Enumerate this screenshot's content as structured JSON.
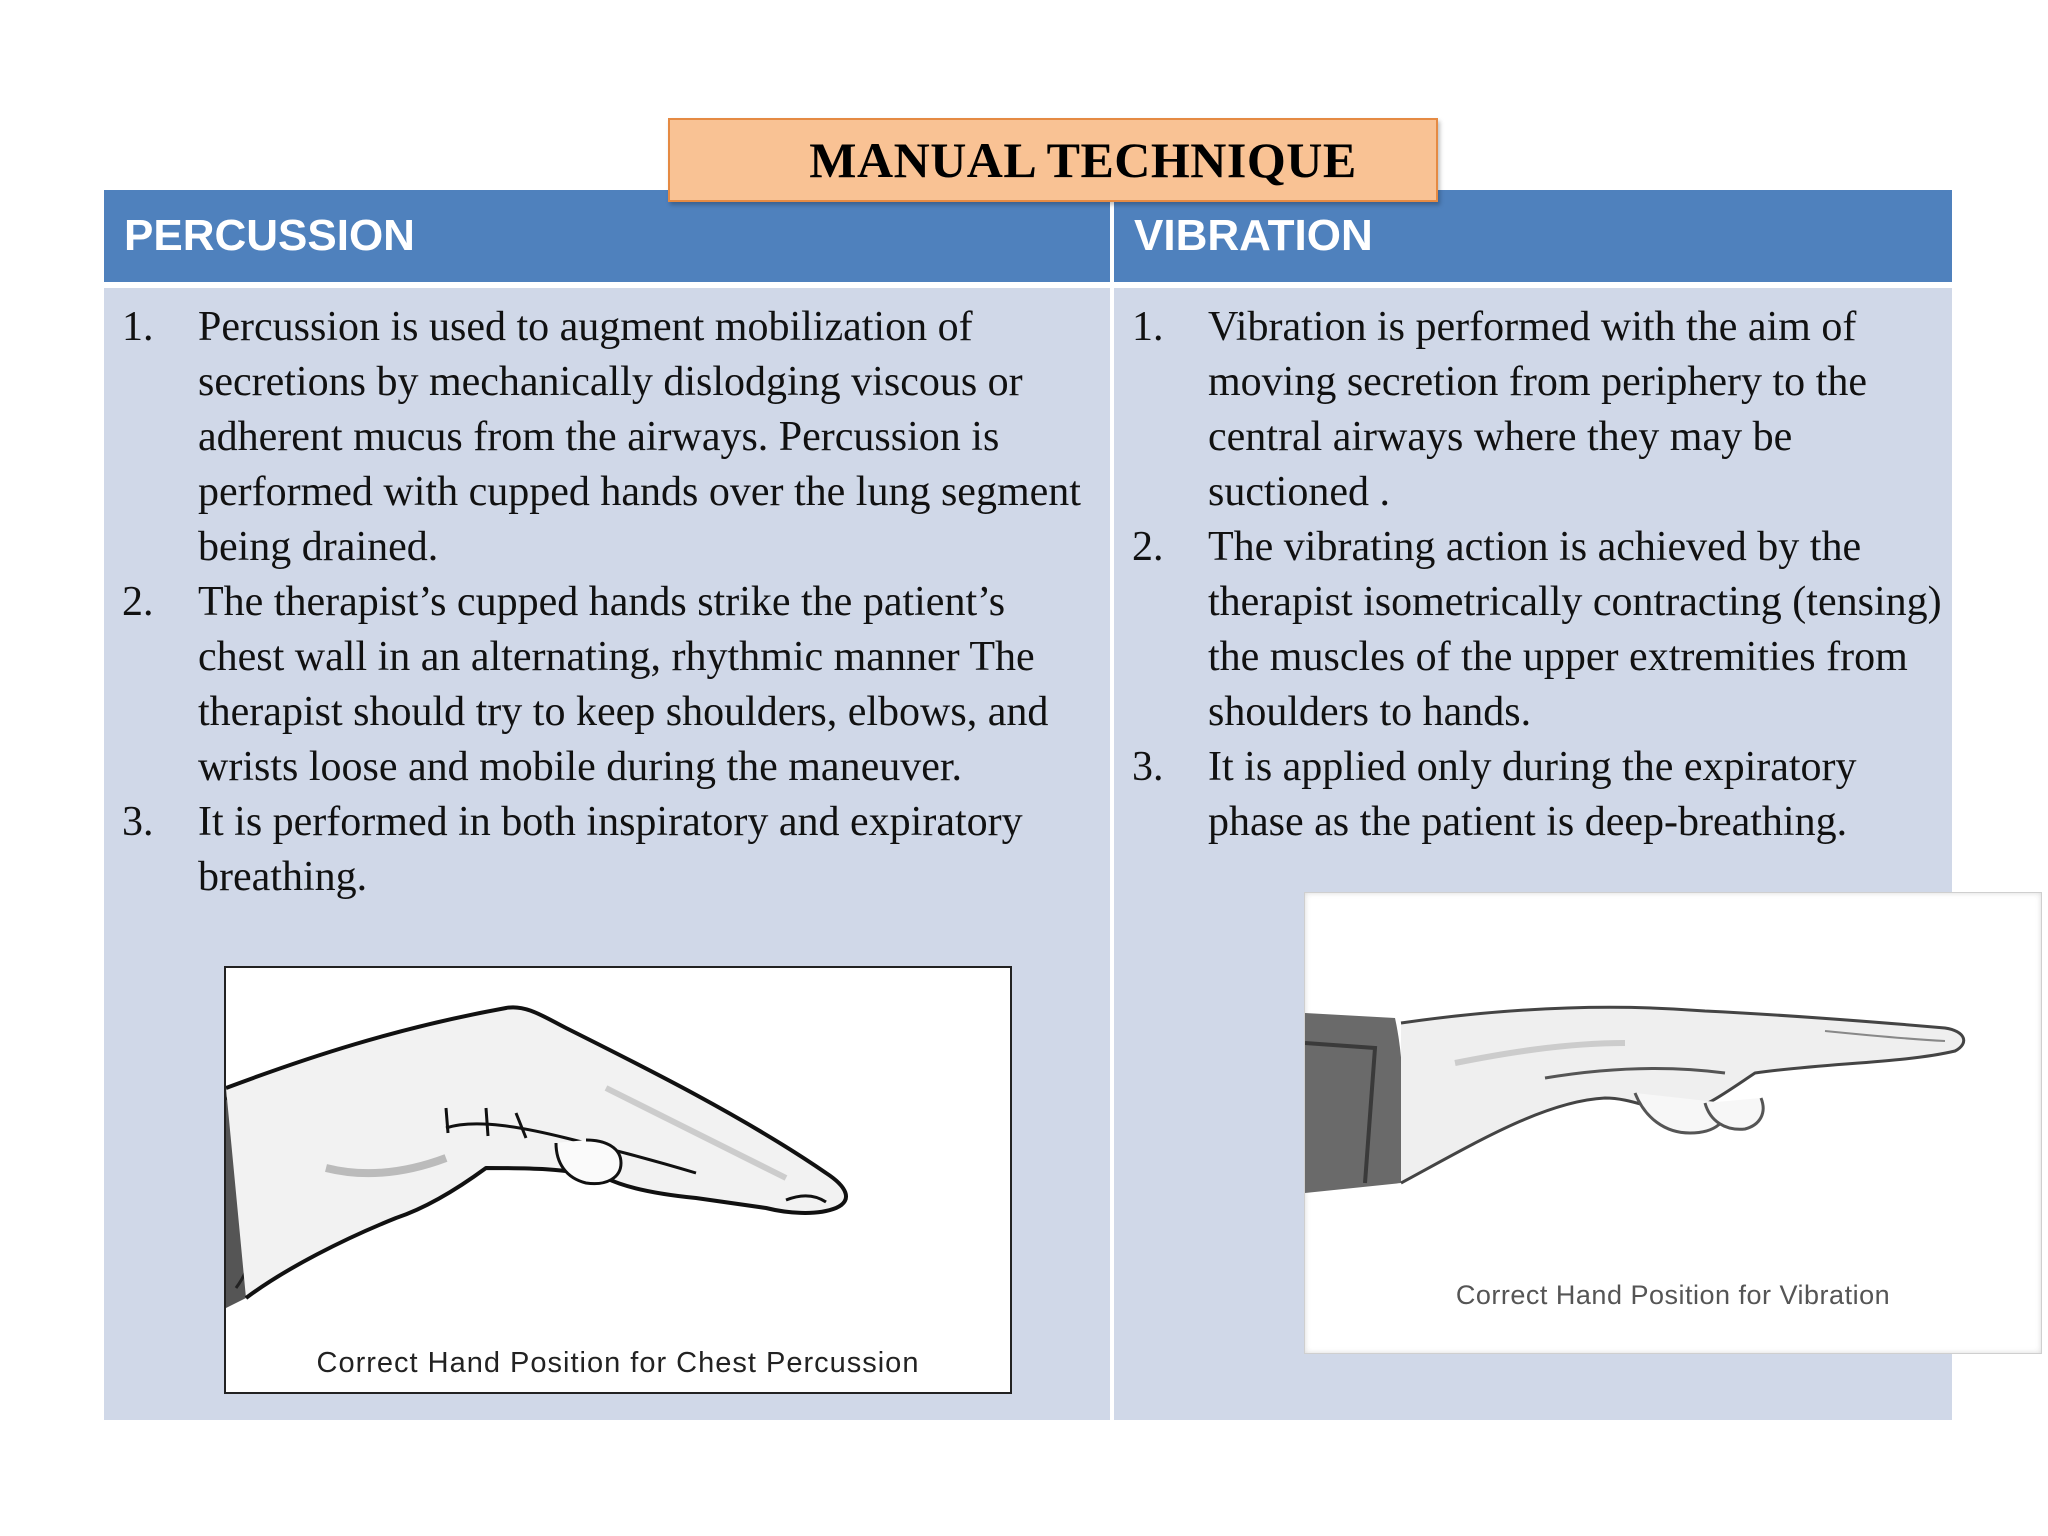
{
  "title": "MANUAL TECHNIQUE",
  "columns": [
    {
      "header": "PERCUSSION",
      "items": [
        {
          "num": "1.",
          "text": "Percussion is used to augment mobilization of secretions by mechanically dislodging viscous or adherent mucus from the airways. Percussion is performed with cupped hands over the lung segment being drained."
        },
        {
          "num": "2.",
          "text": "The therapist’s cupped hands strike the patient’s chest wall in an alternating, rhythmic manner The therapist should try to keep shoulders, elbows, and wrists loose and mobile during the maneuver."
        },
        {
          "num": "3.",
          "text": "It is performed in both inspiratory and expiratory breathing."
        }
      ],
      "figure_caption": "Correct Hand Position for Chest Percussion"
    },
    {
      "header": "VIBRATION",
      "items": [
        {
          "num": "1.",
          "text": "Vibration is performed with the aim of moving secretion from periphery to the central airways where they may be suctioned ."
        },
        {
          "num": "2.",
          "text": "The vibrating action is achieved by the therapist isometrically contracting (tensing) the muscles of the upper extremities from shoulders to hands."
        },
        {
          "num": "3.",
          "text": "It is applied only during the expiratory phase as the patient is deep-breathing."
        }
      ],
      "figure_caption": "Correct Hand Position for Vibration"
    }
  ],
  "colors": {
    "header_blue": "#4f81bd",
    "cell_blue": "#d0d8e8",
    "title_fill": "#f9c294",
    "title_border": "#e58a43"
  }
}
